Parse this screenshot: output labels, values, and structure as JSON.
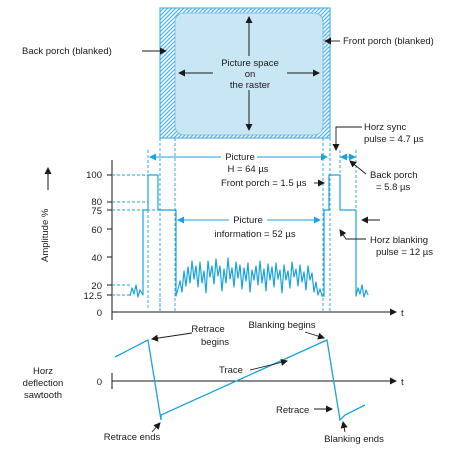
{
  "colors": {
    "accent": "#1aa3e0",
    "frame_hatch": "#4db6e8",
    "picture_fill": "#c9e6f5",
    "ink": "#1a1a1a",
    "waveform": "#1aa3e0"
  },
  "raster": {
    "back_porch": "Back porch (blanked)",
    "front_porch": "Front porch (blanked)",
    "picture_line1": "Picture space",
    "picture_line2": "on",
    "picture_line3": "the raster"
  },
  "timing": {
    "picture_label": "Picture",
    "h_label": "H = 64 µs",
    "front_porch_label": "Front porch = 1.5 µs",
    "horz_sync_line1": "Horz sync",
    "horz_sync_line2": "pulse = 4.7 µs",
    "back_porch_line1": "Back porch",
    "back_porch_line2": "= 5.8 µs",
    "picture_info_line1": "Picture",
    "picture_info_line2": "information = 52 µs",
    "horz_blanking_line1": "Horz blanking",
    "horz_blanking_line2": "pulse = 12 µs"
  },
  "amplitude_axis": {
    "label": "Amplitude %",
    "ticks": [
      "100",
      "80",
      "75",
      "40",
      "60",
      "20",
      "12.5",
      "0"
    ],
    "t_label": "t"
  },
  "sawtooth": {
    "label_line1": "Horz",
    "label_line2": "deflection",
    "label_line3": "sawtooth",
    "zero": "0",
    "t_label": "t",
    "retrace_begins_line1": "Retrace",
    "retrace_begins_line2": "begins",
    "blanking_begins": "Blanking begins",
    "trace": "Trace",
    "retrace": "Retrace",
    "retrace_ends": "Retrace ends",
    "blanking_ends": "Blanking ends"
  }
}
